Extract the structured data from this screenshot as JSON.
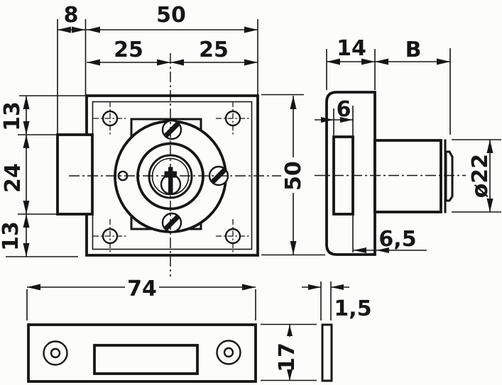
{
  "colors": {
    "ink": "#161616",
    "paper": "#fcfcfa"
  },
  "front": {
    "dim_latch_offset": "8",
    "dim_plate_width": "50",
    "dim_hole_pitch_left": "25",
    "dim_hole_pitch_right": "25",
    "dim_top_margin": "13",
    "dim_latch_height": "24",
    "dim_bottom_margin": "13",
    "dim_plate_height": "50"
  },
  "side": {
    "dim_housing_depth": "14",
    "dim_barrel_length": "B",
    "dim_slot_width": "6",
    "dim_rear_offset": "6,5",
    "dim_barrel_diameter": "ø22"
  },
  "strike": {
    "dim_width": "74",
    "dim_height": "17",
    "dim_thickness": "1,5"
  }
}
